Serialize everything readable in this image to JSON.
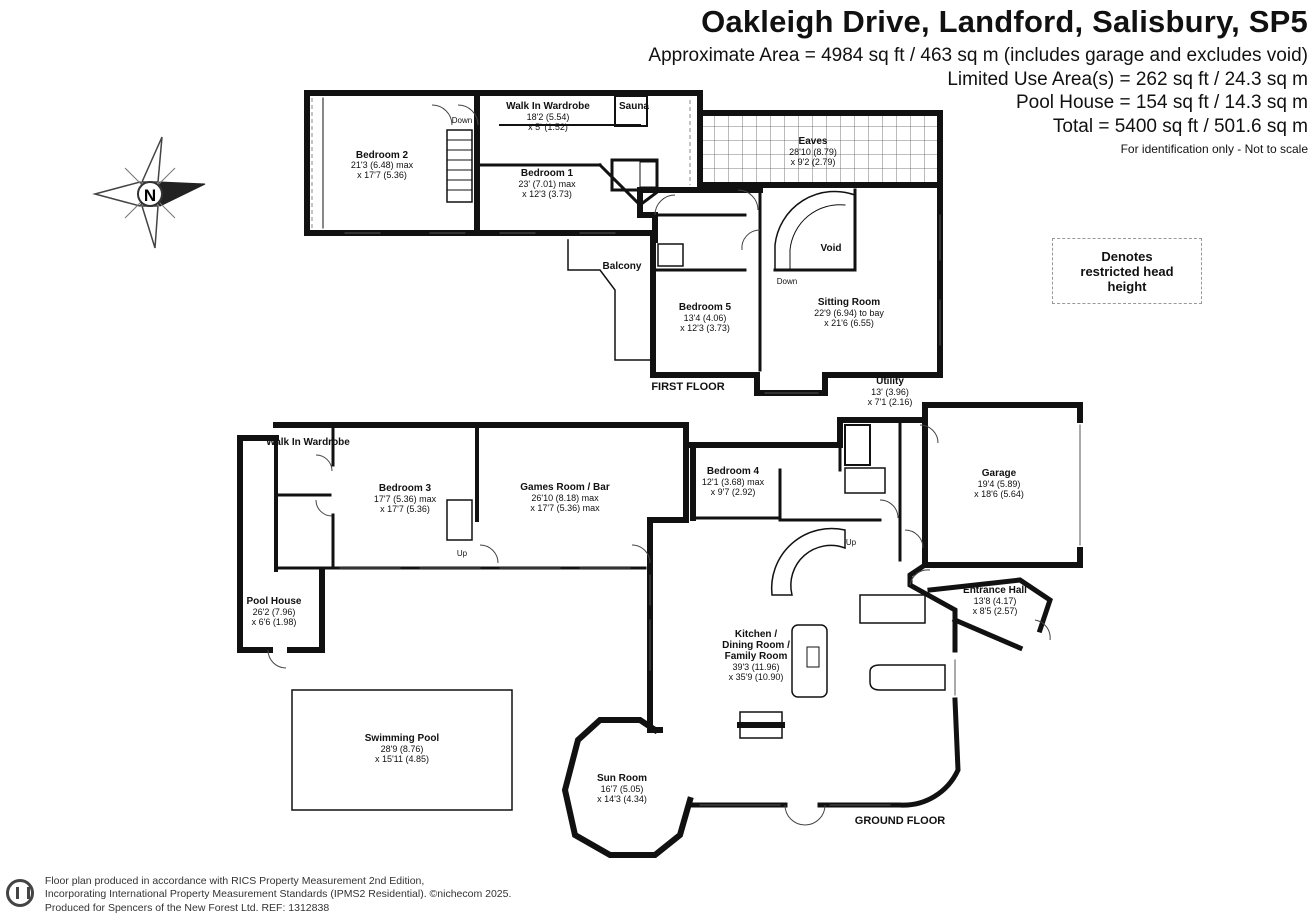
{
  "header": {
    "title": "Oakleigh Drive, Landford, Salisbury, SP5",
    "area_lines": [
      "Approximate Area = 4984 sq ft / 463 sq m (includes garage and excludes void)",
      "Limited Use Area(s) = 262 sq ft / 24.3 sq m",
      "Pool House = 154 sq ft / 14.3 sq m",
      "Total = 5400 sq ft / 501.6 sq m"
    ],
    "note": "For identification only - Not to scale"
  },
  "legend": {
    "text": "Denotes restricted head height"
  },
  "compass": {
    "letter": "N"
  },
  "floors": {
    "first": {
      "label": "FIRST FLOOR",
      "rooms": [
        {
          "id": "bedroom-2",
          "name": "Bedroom 2",
          "dims": [
            "21'3 (6.48) max",
            "x 17'7 (5.36)"
          ]
        },
        {
          "id": "walk-in-wardrobe-1",
          "name": "Walk In Wardrobe",
          "dims": [
            "18'2 (5.54)",
            "x 5' (1.52)"
          ]
        },
        {
          "id": "sauna",
          "name": "Sauna",
          "dims": []
        },
        {
          "id": "bedroom-1",
          "name": "Bedroom 1",
          "dims": [
            "23' (7.01) max",
            "x 12'3 (3.73)"
          ]
        },
        {
          "id": "eaves",
          "name": "Eaves",
          "dims": [
            "28'10 (8.79)",
            "x 9'2 (2.79)"
          ]
        },
        {
          "id": "void",
          "name": "Void",
          "dims": []
        },
        {
          "id": "balcony",
          "name": "Balcony",
          "dims": []
        },
        {
          "id": "bedroom-5",
          "name": "Bedroom 5",
          "dims": [
            "13'4 (4.06)",
            "x 12'3 (3.73)"
          ]
        },
        {
          "id": "sitting-room",
          "name": "Sitting Room",
          "dims": [
            "22'9 (6.94) to bay",
            "x 21'6 (6.55)"
          ]
        }
      ],
      "stair_labels": [
        "Down",
        "Down"
      ]
    },
    "ground": {
      "label": "GROUND FLOOR",
      "rooms": [
        {
          "id": "utility",
          "name": "Utility",
          "dims": [
            "13' (3.96)",
            "x 7'1 (2.16)"
          ]
        },
        {
          "id": "walk-in-wardrobe-2",
          "name": "Walk In Wardrobe",
          "dims": []
        },
        {
          "id": "bedroom-3",
          "name": "Bedroom 3",
          "dims": [
            "17'7 (5.36) max",
            "x 17'7 (5.36)"
          ]
        },
        {
          "id": "games-room",
          "name": "Games Room / Bar",
          "dims": [
            "26'10 (8.18) max",
            "x 17'7 (5.36) max"
          ]
        },
        {
          "id": "bedroom-4",
          "name": "Bedroom 4",
          "dims": [
            "12'1 (3.68) max",
            "x 9'7 (2.92)"
          ]
        },
        {
          "id": "garage",
          "name": "Garage",
          "dims": [
            "19'4 (5.89)",
            "x 18'6 (5.64)"
          ]
        },
        {
          "id": "pool-house",
          "name": "Pool House",
          "dims": [
            "26'2 (7.96)",
            "x 6'6 (1.98)"
          ]
        },
        {
          "id": "entrance-hall",
          "name": "Entrance Hall",
          "dims": [
            "13'8 (4.17)",
            "x 8'5 (2.57)"
          ]
        },
        {
          "id": "kitchen",
          "name": "Kitchen / Dining Room / Family Room",
          "dims": [
            "39'3 (11.96)",
            "x 35'9 (10.90)"
          ]
        },
        {
          "id": "swimming-pool",
          "name": "Swimming Pool",
          "dims": [
            "28'9 (8.76)",
            "x 15'11 (4.85)"
          ]
        },
        {
          "id": "sun-room",
          "name": "Sun Room",
          "dims": [
            "16'7 (5.05)",
            "x 14'3 (4.34)"
          ]
        }
      ],
      "stair_labels": [
        "Up",
        "Up"
      ]
    }
  },
  "footer": {
    "lines": [
      "Floor plan produced in accordance with RICS Property Measurement 2nd Edition,",
      "Incorporating International Property Measurement Standards (IPMS2 Residential).  ©nichecom 2025.",
      "Produced for Spencers of the New Forest Ltd.   REF:  1312838"
    ]
  }
}
